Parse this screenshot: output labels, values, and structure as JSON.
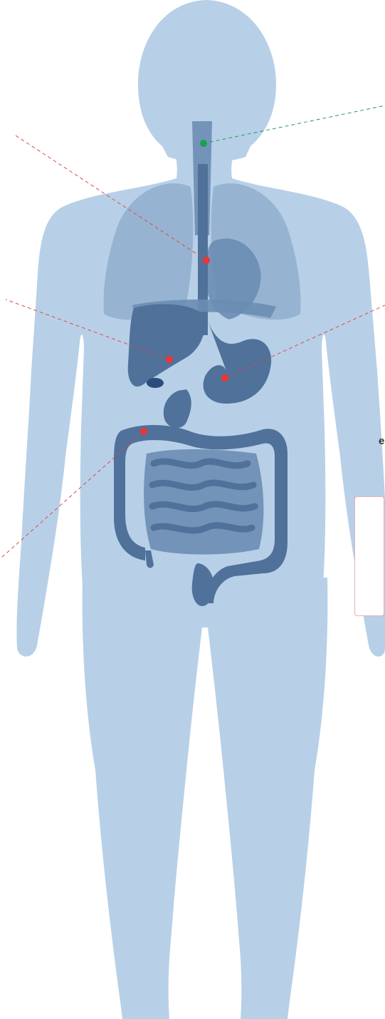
{
  "colors": {
    "body": "#b7d0e7",
    "organ_light": "#92aece",
    "organ_mid": "#6c8db3",
    "organ_dark": "#4f719a",
    "organ_darkest": "#2b4d7c",
    "marker_red": "#ee3333",
    "marker_green": "#1aa04a",
    "leader_red": "#e04848",
    "leader_green": "#2a9a56",
    "box_border": "#e3b3b3"
  },
  "markers": [
    {
      "id": "throat",
      "color": "green"
    },
    {
      "id": "esophagus",
      "color": "red"
    },
    {
      "id": "liver",
      "color": "red"
    },
    {
      "id": "stomach",
      "color": "red"
    },
    {
      "id": "colon",
      "color": "red"
    }
  ],
  "edge_text": "e"
}
